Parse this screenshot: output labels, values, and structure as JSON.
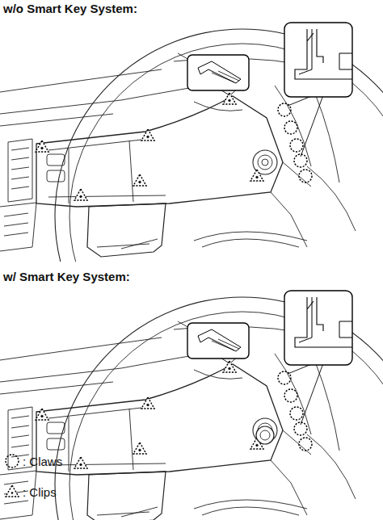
{
  "diagram": {
    "labels": [
      "w/o Smart Key System:",
      "w/ Smart Key System:"
    ],
    "legend": [
      {
        "text": ": Claws"
      },
      {
        "text": ": Clips"
      }
    ]
  }
}
